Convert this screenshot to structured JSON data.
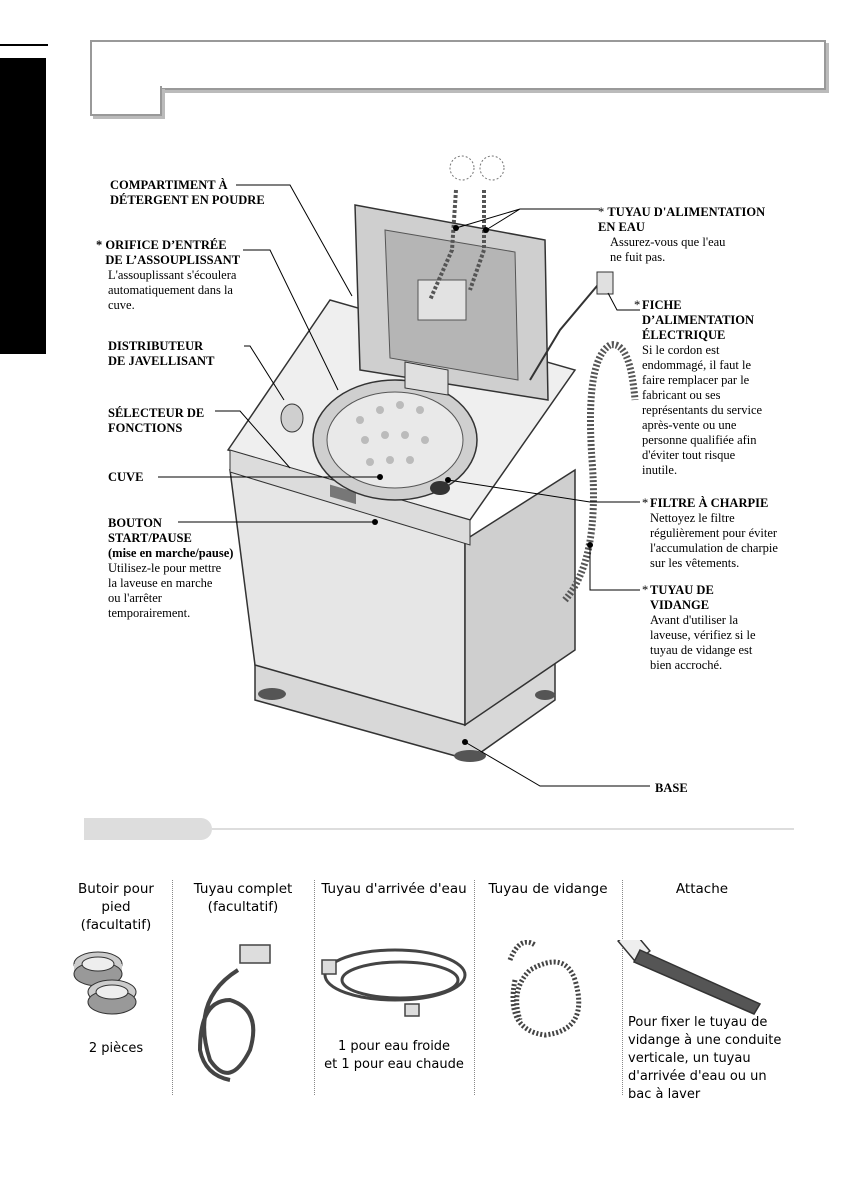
{
  "labels": {
    "detergent": {
      "title": "COMPARTIMENT À\nDÉTERGENT EN POUDRE"
    },
    "softener": {
      "title": "* ORIFICE D’ENTRÉE\n   DE L’ASSOUPLISSANT",
      "body": "L'assouplissant s'écoulera\nautomatiquement dans la\ncuve."
    },
    "bleach": {
      "title": "DISTRIBUTEUR\nDE JAVELLISANT"
    },
    "selector": {
      "title": "SÉLECTEUR DE\nFONCTIONS"
    },
    "tub": {
      "title": "CUVE"
    },
    "start": {
      "title": "BOUTON\nSTART/PAUSE\n(mise en marche/pause)",
      "body": "Utilisez-le pour mettre\nla laveuse en marche\nou l'arrêter\ntemporairement."
    },
    "water_hose": {
      "title": "TUYAU D'ALIMENTATION\nEN EAU",
      "body": "Assurez-vous que l'eau\nne fuit pas."
    },
    "plug": {
      "title": "FICHE\nD’ALIMENTATION\nÉLECTRIQUE",
      "body": "Si le cordon est\nendommagé, il faut le\nfaire remplacer par le\nfabricant ou ses\nreprésentants du service\naprès-vente ou une\npersonne qualifiée afin\nd'éviter tout risque\ninutile."
    },
    "lint": {
      "title": "FILTRE À CHARPIE",
      "body": "Nettoyez le filtre\nrégulièrement pour éviter\nl'accumulation de charpie\nsur les vêtements."
    },
    "drain": {
      "title": "TUYAU DE\nVIDANGE",
      "body": "Avant d'utiliser la\nlaveuse, vérifiez si le\ntuyau de vidange est\nbien accroché."
    },
    "base": {
      "title": "BASE"
    }
  },
  "asterisk": "*",
  "accessories": [
    {
      "title": "Butoir pour\npied\n(facultatif)",
      "note": "2 pièces"
    },
    {
      "title": "Tuyau complet\n(facultatif)",
      "note": ""
    },
    {
      "title": "Tuyau d'arrivée d'eau",
      "note": "1 pour eau froide\net 1 pour eau chaude"
    },
    {
      "title": "Tuyau de vidange",
      "note": ""
    },
    {
      "title": "Attache",
      "note": "Pour fixer le tuyau de\nvidange à une conduite\nverticale, un tuyau\nd'arrivée d'eau ou un\nbac à laver"
    }
  ],
  "colors": {
    "sidebar": "#000000",
    "frame": "#999999",
    "pill": "#dddddd"
  }
}
